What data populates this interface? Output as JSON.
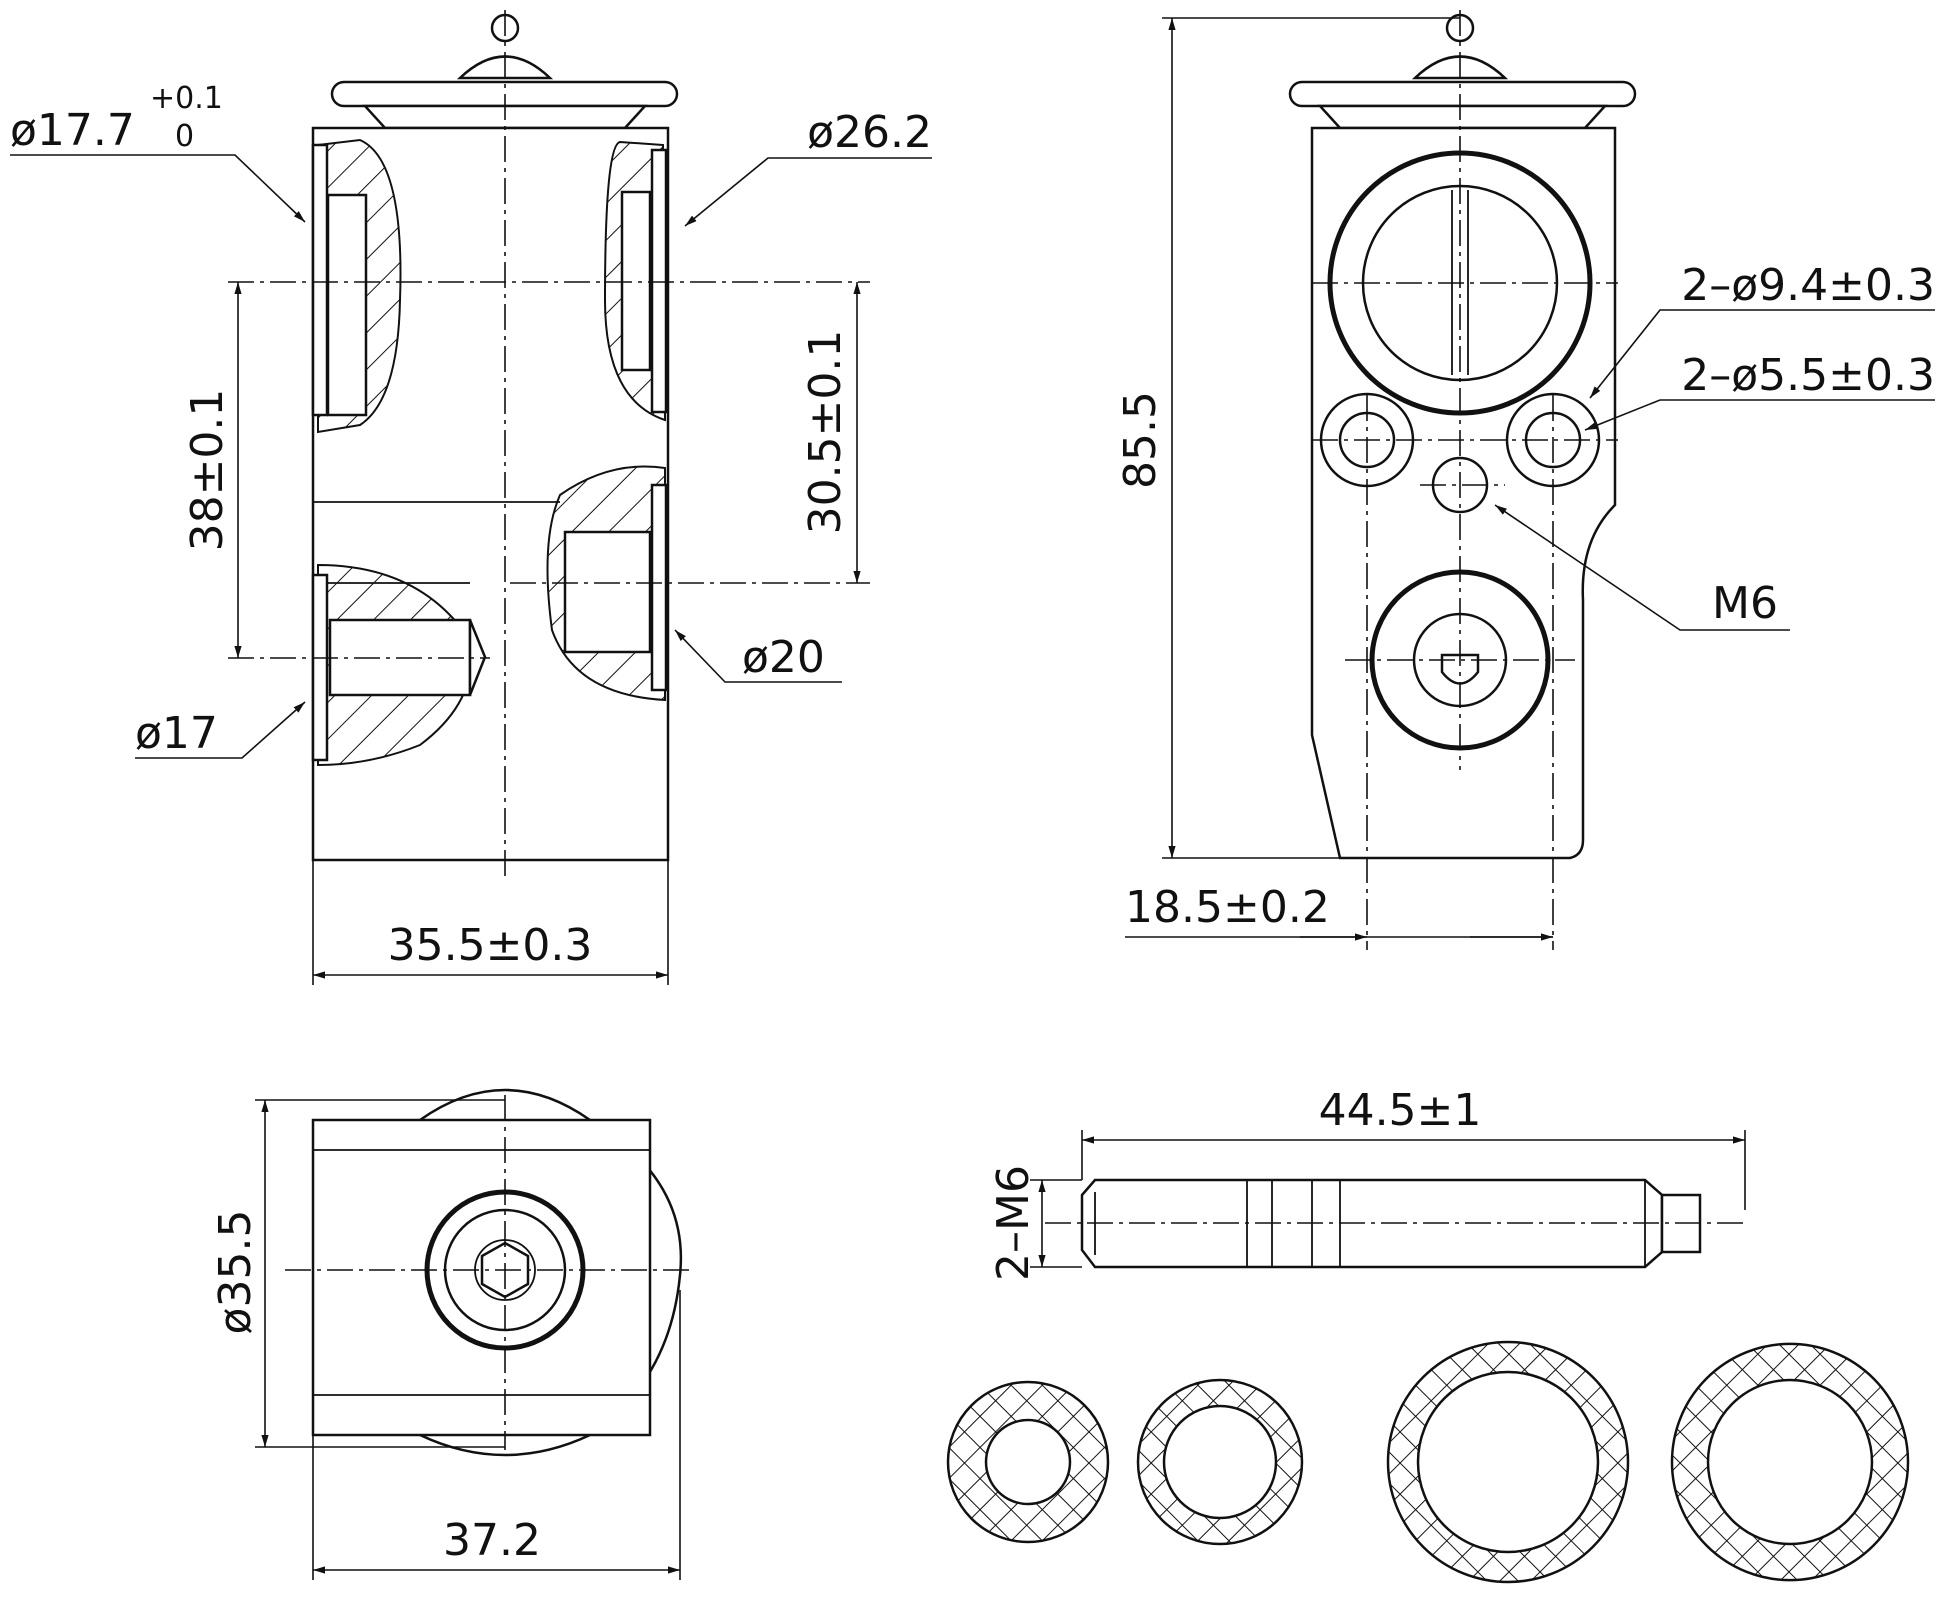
{
  "dimensions": {
    "d17_7": "ø17.7",
    "tol_plus": "+0.1",
    "tol_zero": "0",
    "d26_2": "ø26.2",
    "d38": "38±0.1",
    "d30_5": "30.5±0.1",
    "d20": "ø20",
    "d17": "ø17",
    "w35_5": "35.5±0.3",
    "h85_5": "85.5",
    "holes_9_4": "2–ø9.4±0.3",
    "holes_5_5": "2–ø5.5±0.3",
    "m6": "M6",
    "off18_5": "18.5±0.2",
    "dia35_5": "ø35.5",
    "w37_2": "37.2",
    "len44_5": "44.5±1",
    "bolt_m6": "2–M6"
  }
}
